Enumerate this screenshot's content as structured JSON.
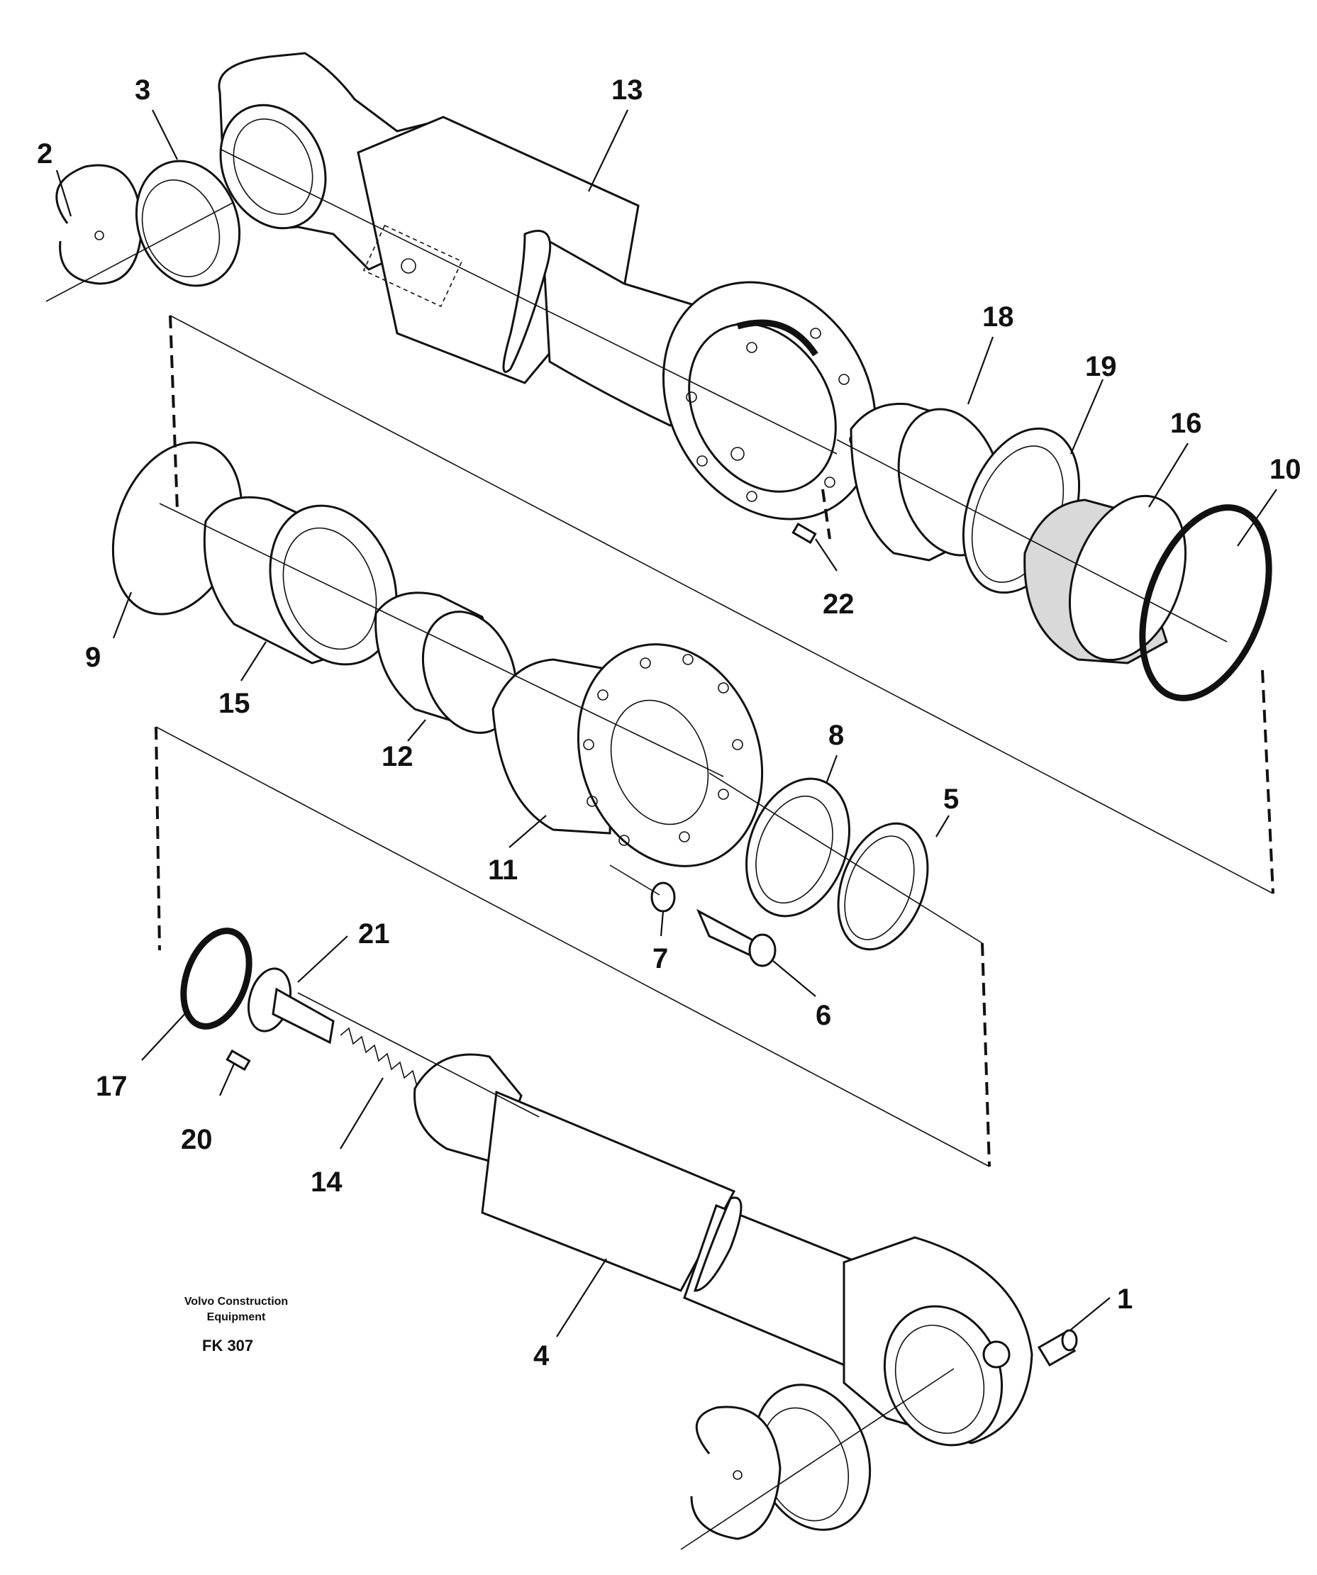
{
  "diagram": {
    "callouts": [
      "1",
      "2",
      "3",
      "4",
      "5",
      "6",
      "7",
      "8",
      "9",
      "10",
      "11",
      "12",
      "13",
      "14",
      "15",
      "16",
      "17",
      "18",
      "19",
      "20",
      "21",
      "22"
    ],
    "caption": {
      "line1": "Volvo Construction",
      "line2": "Equipment",
      "code": "FK 307"
    }
  },
  "colors": {
    "ink": "#111111",
    "paper": "#ffffff"
  }
}
